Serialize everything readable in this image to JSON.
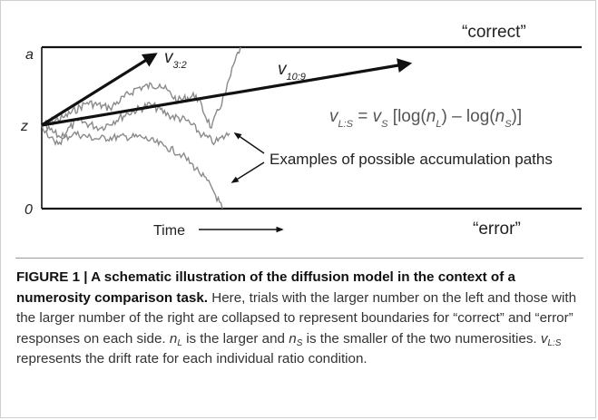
{
  "diagram": {
    "upper_boundary_label": "a",
    "start_point_label": "z",
    "lower_boundary_label": "0",
    "correct_label": "“correct”",
    "error_label": "“error”",
    "time_label": "Time",
    "drift_label_1": {
      "symbol": "v",
      "subscript": "3:2"
    },
    "drift_label_2": {
      "symbol": "v",
      "subscript": "10:9"
    },
    "equation": {
      "lhs_symbol": "v",
      "lhs_subscript": "L:S",
      "equals": " = ",
      "rhs_symbol": "v",
      "rhs_subscript": "S",
      "rhs_open": " [log(",
      "n1_symbol": "n",
      "n1_subscript": "L",
      "rhs_mid": ") – log(",
      "n2_symbol": "n",
      "n2_subscript": "S",
      "rhs_close": ")]"
    },
    "paths_annotation": "Examples of possible accumulation paths",
    "colors": {
      "boundary": "#111111",
      "path": "#8a8a8a",
      "arrow": "#111111"
    }
  },
  "caption": {
    "figure_label": "FIGURE 1 | A schematic illustration of the diffusion model in the context of a numerosity comparison task.",
    "text_1": " Here, trials with the larger number on the left and those with the larger number of the right are collapsed to represent boundaries for “correct” and “error” responses on each side. ",
    "nL_symbol": "n",
    "nL_subscript": "L",
    "text_2": " is the larger and ",
    "nS_symbol": "n",
    "nS_subscript": "S",
    "text_3": " is the smaller of the two numerosities. ",
    "v_symbol": "v",
    "v_subscript": "L:S",
    "text_4": " represents the drift rate for each individual ratio condition."
  }
}
